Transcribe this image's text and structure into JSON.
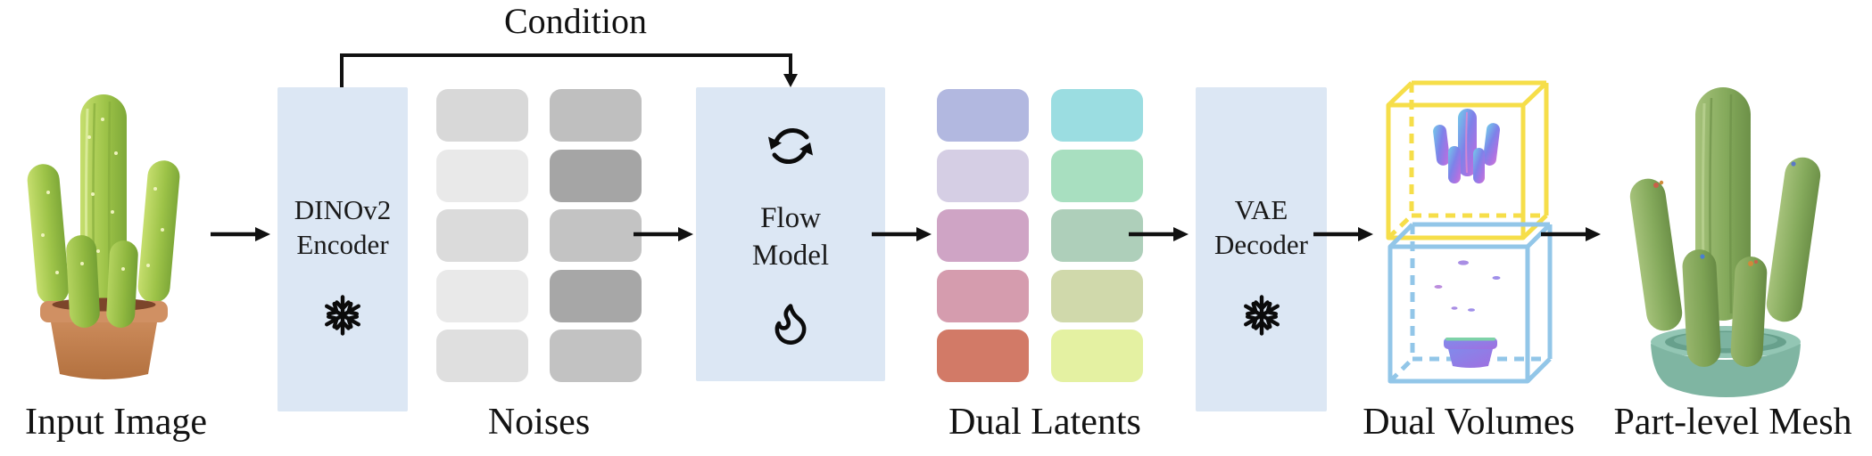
{
  "condition": {
    "label": "Condition"
  },
  "colors": {
    "module_box": "#dce7f4",
    "arrow": "#111111",
    "part_cube": "#f6de49",
    "whole_cube": "#92c6e8"
  },
  "encoder": {
    "line1": "DINOv2",
    "line2": "Encoder",
    "icon": "snowflake-icon"
  },
  "flow": {
    "line1": "Flow",
    "line2": "Model",
    "icon_top": "cycle-arrows-icon",
    "icon_bottom": "flame-icon"
  },
  "vae": {
    "line1": "VAE",
    "line2": "Decoder",
    "icon": "snowflake-icon"
  },
  "noises": {
    "caption": "Noises",
    "left_colors": [
      "#d8d8d8",
      "#e9e9e9",
      "#dbdbdb",
      "#e9e9e9",
      "#dfdfdf"
    ],
    "right_colors": [
      "#bfbfbf",
      "#a5a5a5",
      "#c3c3c3",
      "#a7a7a7",
      "#c2c2c2"
    ]
  },
  "latents": {
    "caption": "Dual Latents",
    "left_colors": [
      "#b2b8e0",
      "#d5cee4",
      "#cfa4c5",
      "#d59cae",
      "#d27a67"
    ],
    "right_colors": [
      "#9bdde1",
      "#a8dfc0",
      "#aecfba",
      "#d0d9ab",
      "#e4f1a2"
    ]
  },
  "captions": {
    "input": "Input Image",
    "volumes": "Dual Volumes",
    "mesh": "Part-level Mesh"
  }
}
